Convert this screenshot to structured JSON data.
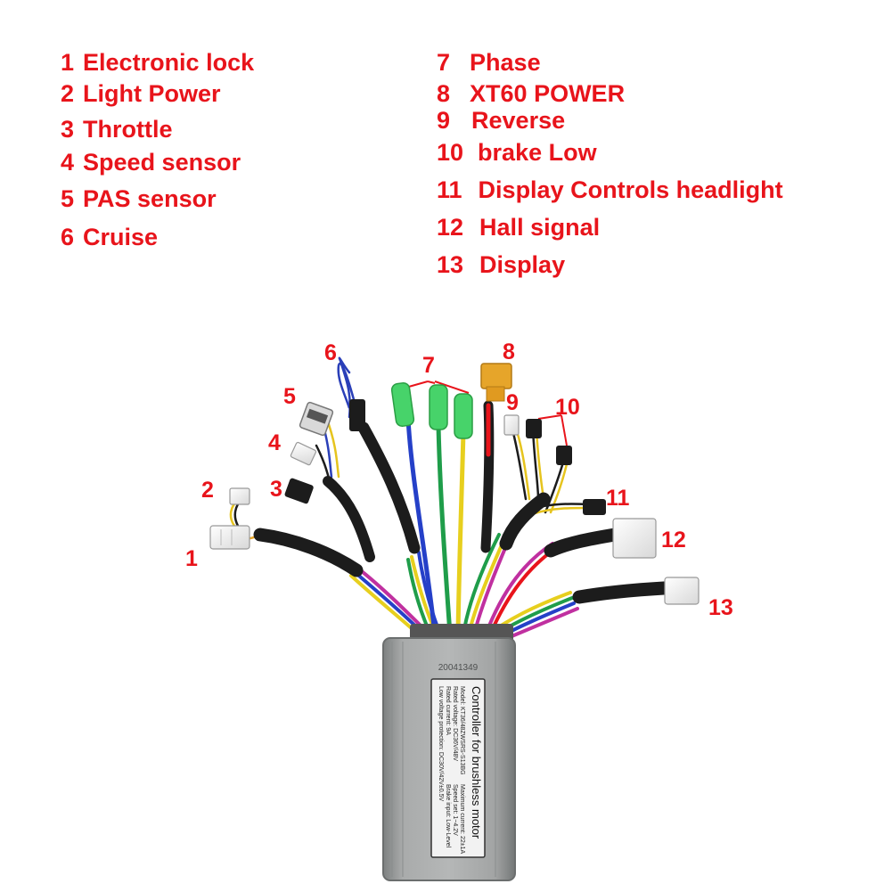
{
  "legend": {
    "items": [
      {
        "number": "1",
        "label": "Electronic lock"
      },
      {
        "number": "2",
        "label": "Light Power"
      },
      {
        "number": "3",
        "label": "Throttle"
      },
      {
        "number": "4",
        "label": "Speed sensor"
      },
      {
        "number": "5",
        "label": "PAS sensor"
      },
      {
        "number": "6",
        "label": "Cruise"
      },
      {
        "number": "7",
        "label": "Phase"
      },
      {
        "number": "8",
        "label": "XT60 POWER"
      },
      {
        "number": "9",
        "label": "Reverse"
      },
      {
        "number": "10",
        "label": "brake Low"
      },
      {
        "number": "11",
        "label": "Display Controls headlight"
      },
      {
        "number": "12",
        "label": "Hall signal"
      },
      {
        "number": "13",
        "label": "Display"
      }
    ]
  },
  "callouts": [
    "1",
    "2",
    "3",
    "4",
    "5",
    "6",
    "7",
    "8",
    "9",
    "10",
    "11",
    "12",
    "13"
  ],
  "controller": {
    "serial": "20041349",
    "title": "Controller for brushless motor",
    "spec_lines": [
      "Model: KT36/48ZWSRS-S13BG",
      "Rated voltage: DC36V/48V",
      "Rated current: 9A",
      "Low voltage protection: DC30V/42V±0.5V"
    ],
    "spec_lines_right": [
      "Maximum current: 22±1A",
      "Speed set: 1~4.2V",
      "Brake input: Low-Level"
    ]
  },
  "colors": {
    "label_red": "#e8141b",
    "controller_gray": "#9a9c9c",
    "cable_black": "#1c1c1c",
    "phase_blue": "#2540c8",
    "phase_green": "#1f9d4a",
    "phase_yellow": "#e7cf1e",
    "phase_sleeve": "#47d36a",
    "xt60_yellow": "#e6a52a"
  }
}
